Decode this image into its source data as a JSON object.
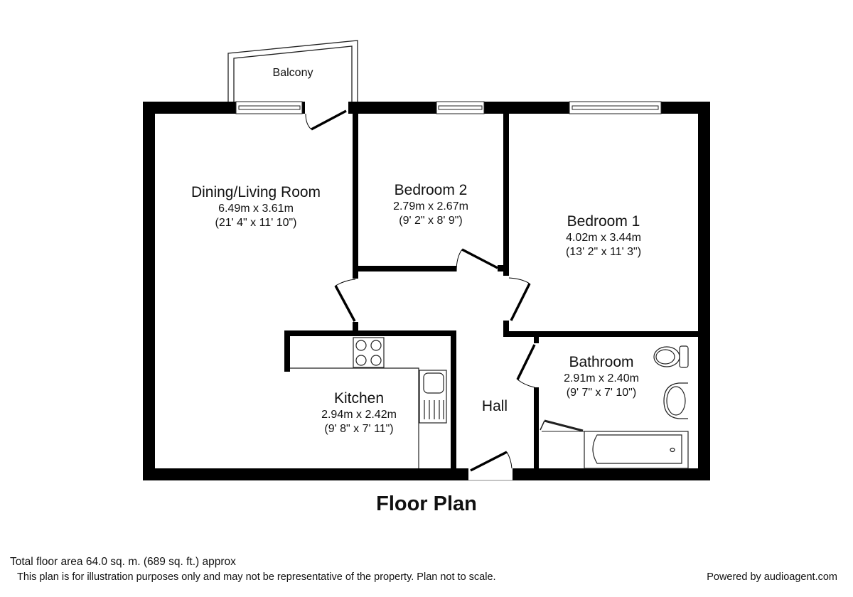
{
  "title": "Floor Plan",
  "rooms": {
    "balcony": {
      "name": "Balcony"
    },
    "dining_living": {
      "name": "Dining/Living Room",
      "metric": "6.49m x 3.61m",
      "imperial": "(21' 4\" x 11' 10\")"
    },
    "bedroom2": {
      "name": "Bedroom 2",
      "metric": "2.79m x 2.67m",
      "imperial": "(9' 2\" x 8' 9\")"
    },
    "bedroom1": {
      "name": "Bedroom 1",
      "metric": "4.02m x 3.44m",
      "imperial": "(13' 2\" x 11' 3\")"
    },
    "kitchen": {
      "name": "Kitchen",
      "metric": "2.94m x 2.42m",
      "imperial": "(9' 8\" x 7' 11\")"
    },
    "hall": {
      "name": "Hall"
    },
    "bathroom": {
      "name": "Bathroom",
      "metric": "2.91m x 2.40m",
      "imperial": "(9' 7\" x 7' 10\")"
    }
  },
  "footer": {
    "total_area": "Total floor area 64.0 sq. m. (689 sq. ft.) approx",
    "disclaimer": "This plan is for illustration purposes only and may not be representative of the property. Plan not to scale.",
    "powered_by": "Powered by audioagent.com"
  },
  "colors": {
    "wall": "#000000",
    "background": "#ffffff",
    "fixture_stroke": "#222222"
  }
}
